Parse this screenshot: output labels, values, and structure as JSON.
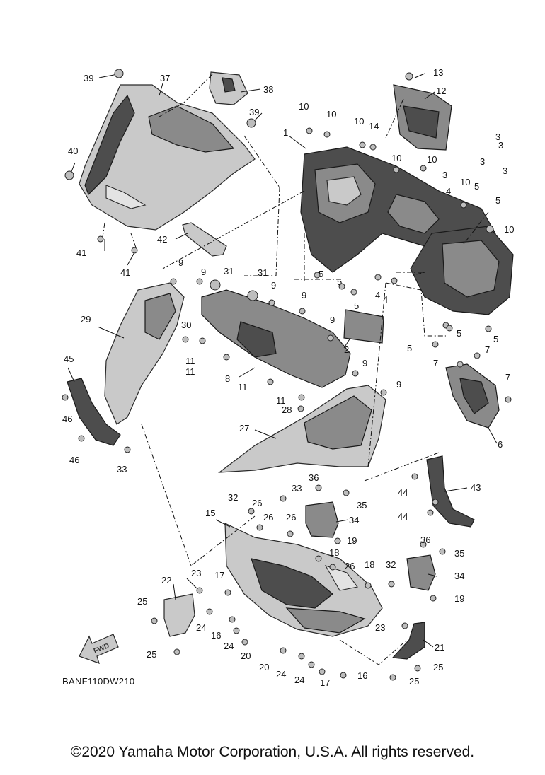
{
  "diagram": {
    "code": "BANF110DW210",
    "fwd_label": "FWD",
    "callouts": [
      "1",
      "2",
      "3",
      "4",
      "5",
      "6",
      "7",
      "8",
      "9",
      "10",
      "11",
      "12",
      "13",
      "14",
      "15",
      "16",
      "17",
      "18",
      "19",
      "20",
      "21",
      "22",
      "23",
      "24",
      "25",
      "26",
      "27",
      "28",
      "29",
      "30",
      "31",
      "32",
      "33",
      "34",
      "35",
      "36",
      "37",
      "38",
      "39",
      "40",
      "41",
      "42",
      "43",
      "44",
      "45",
      "46"
    ]
  },
  "footer": {
    "copyright": "©2020 Yamaha Motor Corporation, U.S.A. All rights reserved."
  }
}
